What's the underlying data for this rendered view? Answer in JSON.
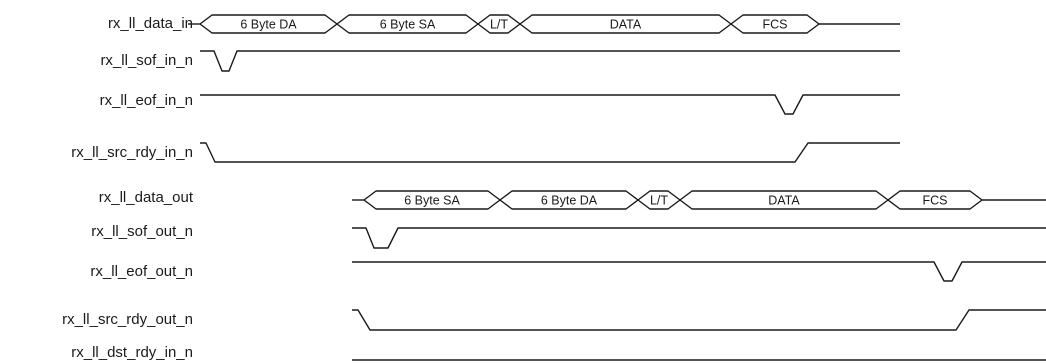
{
  "signals": [
    {
      "name": "rx_ll_data_in"
    },
    {
      "name": "rx_ll_sof_in_n"
    },
    {
      "name": "rx_ll_eof_in_n"
    },
    {
      "name": "rx_ll_src_rdy_in_n"
    },
    {
      "name": "rx_ll_data_out"
    },
    {
      "name": "rx_ll_sof_out_n"
    },
    {
      "name": "rx_ll_eof_out_n"
    },
    {
      "name": "rx_ll_src_rdy_out_n"
    },
    {
      "name": "rx_ll_dst_rdy_in_n"
    }
  ],
  "bus_in_fields": [
    "6 Byte DA",
    "6 Byte SA",
    "L/T",
    "DATA",
    "FCS"
  ],
  "bus_out_fields": [
    "6 Byte SA",
    "6 Byte DA",
    "L/T",
    "DATA",
    "FCS"
  ],
  "colors": {
    "line": "#1a1a1a",
    "background": "#ffffff"
  }
}
